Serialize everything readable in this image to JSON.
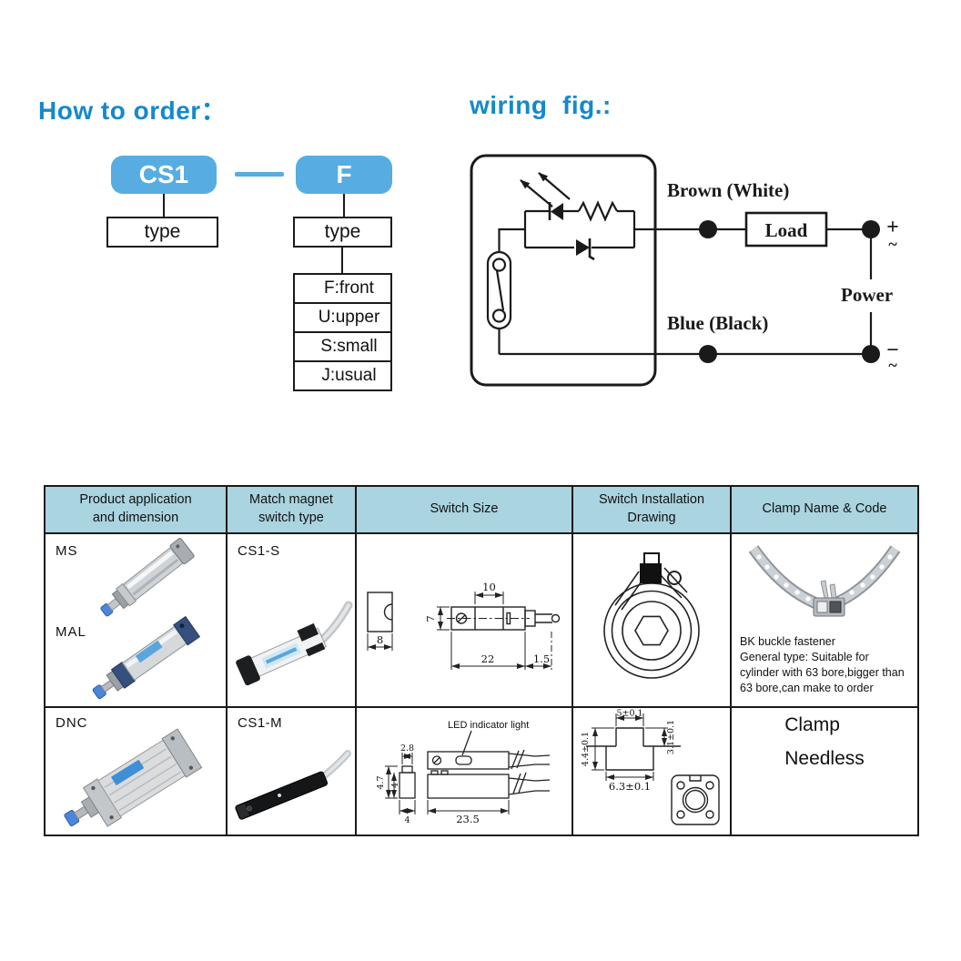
{
  "order": {
    "title": "How to order：",
    "model_code": "CS1",
    "suffix_code": "F",
    "model_label": "type",
    "suffix_label": "type",
    "options": [
      "F:front",
      "U:upper",
      "S:small",
      "J:usual"
    ]
  },
  "wiring": {
    "title": "wiring  fig.:",
    "brown_wire": "Brown (White)",
    "blue_wire": "Blue (Black)",
    "load": "Load",
    "power": "Power",
    "plus": "+",
    "minus": "−",
    "tilde": "~"
  },
  "table": {
    "headers": [
      "Product application\nand dimension",
      "Match magnet\nswitch type",
      "Switch Size",
      "Switch Installation\nDrawing",
      "Clamp Name & Code"
    ],
    "rows": [
      {
        "products": [
          "MS",
          "MAL"
        ],
        "switch_type": "CS1-S",
        "size_dims": {
          "top": "10",
          "height": "7",
          "width": "8",
          "length": "22",
          "tail": "1.5"
        },
        "clamp": [
          "BK buckle fastener",
          "General type: Suitable for",
          "cylinder with 63 bore,bigger than",
          "63 bore,can make to order"
        ]
      },
      {
        "products": [
          "DNC"
        ],
        "switch_type": "CS1-M",
        "size_dims": {
          "led": "LED indicator light",
          "cap_width": "2.8",
          "total_height": "4.7",
          "body_height": "4",
          "base": "4",
          "length": "23.5"
        },
        "install_dims": {
          "top": "5±0.1",
          "left": "4.4±0.1",
          "right": "3.1±0.1",
          "bottom": "6.3±0.1"
        },
        "clamp": [
          "Clamp",
          "Needless"
        ]
      }
    ]
  }
}
